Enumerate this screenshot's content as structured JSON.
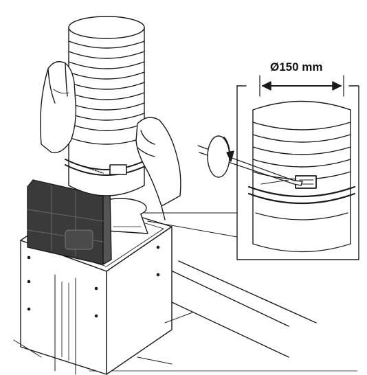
{
  "diagram": {
    "dimension_label": "Ø150 mm",
    "colors": {
      "line": "#1a1a1a",
      "filter": "#3a3a3a",
      "background": "#ffffff"
    },
    "icons": [
      "flexible-duct",
      "hose-clamp",
      "hand",
      "screwdriver",
      "rotation-arrow",
      "carbon-filter",
      "chimney-hood-body"
    ]
  }
}
